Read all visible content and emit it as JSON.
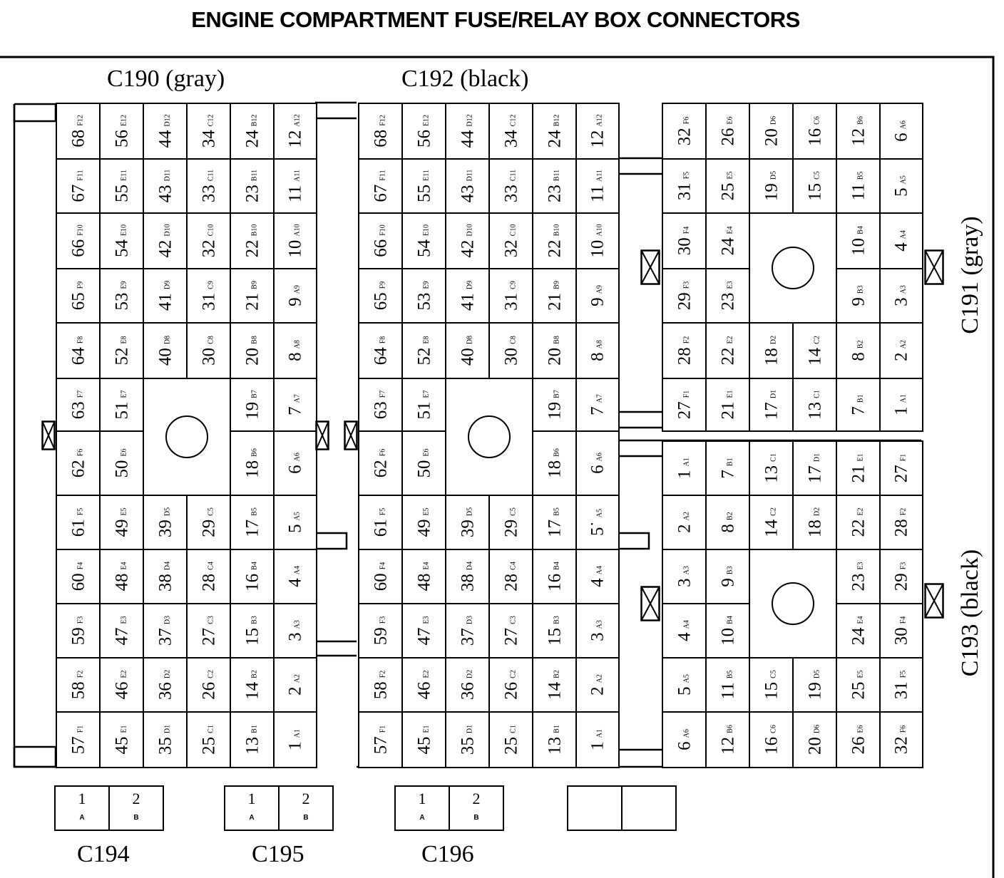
{
  "title": "ENGINE COMPARTMENT FUSE/RELAY BOX CONNECTORS",
  "labels": {
    "c190": "C190  (gray)",
    "c192": "C192  (black)",
    "c191": "C191  (gray)",
    "c193": "C193  (black)",
    "c194": "C194",
    "c195": "C195",
    "c196": "C196"
  },
  "connectors": {
    "c190": [
      [
        [
          "68",
          "F12"
        ],
        [
          "56",
          "E12"
        ],
        [
          "44",
          "D12"
        ],
        [
          "34",
          "C12"
        ],
        [
          "24",
          "B12"
        ],
        [
          "12",
          "A12"
        ]
      ],
      [
        [
          "67",
          "F11"
        ],
        [
          "55",
          "E11"
        ],
        [
          "43",
          "D11"
        ],
        [
          "33",
          "C11"
        ],
        [
          "23",
          "B11"
        ],
        [
          "11",
          "A11"
        ]
      ],
      [
        [
          "66",
          "F10"
        ],
        [
          "54",
          "E10"
        ],
        [
          "42",
          "D10"
        ],
        [
          "32",
          "C10"
        ],
        [
          "22",
          "B10"
        ],
        [
          "10",
          "A10"
        ]
      ],
      [
        [
          "65",
          "F9"
        ],
        [
          "53",
          "E9"
        ],
        [
          "41",
          "D9"
        ],
        [
          "31",
          "C9"
        ],
        [
          "21",
          "B9"
        ],
        [
          "9",
          "A9"
        ]
      ],
      [
        [
          "64",
          "F8"
        ],
        [
          "52",
          "E8"
        ],
        [
          "40",
          "D8"
        ],
        [
          "30",
          "C8"
        ],
        [
          "20",
          "B8"
        ],
        [
          "8",
          "A8"
        ]
      ],
      [
        [
          "63",
          "F7"
        ],
        [
          "51",
          "E7"
        ],
        null,
        null,
        [
          "19",
          "B7"
        ],
        [
          "7",
          "A7"
        ]
      ],
      [
        [
          "62",
          "F6"
        ],
        [
          "50",
          "E6"
        ],
        null,
        null,
        [
          "18",
          "B6"
        ],
        [
          "6",
          "A6"
        ]
      ],
      [
        [
          "61",
          "F5"
        ],
        [
          "49",
          "E5"
        ],
        [
          "39",
          "D5"
        ],
        [
          "29",
          "C5"
        ],
        [
          "17",
          "B5"
        ],
        [
          "5",
          "A5"
        ]
      ],
      [
        [
          "60",
          "F4"
        ],
        [
          "48",
          "E4"
        ],
        [
          "38",
          "D4"
        ],
        [
          "28",
          "C4"
        ],
        [
          "16",
          "B4"
        ],
        [
          "4",
          "A4"
        ]
      ],
      [
        [
          "59",
          "F3"
        ],
        [
          "47",
          "E3"
        ],
        [
          "37",
          "D3"
        ],
        [
          "27",
          "C3"
        ],
        [
          "15",
          "B3"
        ],
        [
          "3",
          "A3"
        ]
      ],
      [
        [
          "58",
          "F2"
        ],
        [
          "46",
          "E2"
        ],
        [
          "36",
          "D2"
        ],
        [
          "26",
          "C2"
        ],
        [
          "14",
          "B2"
        ],
        [
          "2",
          "A2"
        ]
      ],
      [
        [
          "57",
          "F1"
        ],
        [
          "45",
          "E1"
        ],
        [
          "35",
          "D1"
        ],
        [
          "25",
          "C1"
        ],
        [
          "13",
          "B1"
        ],
        [
          "1",
          "A1"
        ]
      ]
    ],
    "c192": [
      [
        [
          "68",
          "F12"
        ],
        [
          "56",
          "E12"
        ],
        [
          "44",
          "D12"
        ],
        [
          "34",
          "C12"
        ],
        [
          "24",
          "B12"
        ],
        [
          "12",
          "A12"
        ]
      ],
      [
        [
          "67",
          "F11"
        ],
        [
          "55",
          "E11"
        ],
        [
          "43",
          "D11"
        ],
        [
          "33",
          "C11"
        ],
        [
          "23",
          "B11"
        ],
        [
          "11",
          "A11"
        ]
      ],
      [
        [
          "66",
          "F10"
        ],
        [
          "54",
          "E10"
        ],
        [
          "42",
          "D10"
        ],
        [
          "32",
          "C10"
        ],
        [
          "22",
          "B10"
        ],
        [
          "10",
          "A10"
        ]
      ],
      [
        [
          "65",
          "F9"
        ],
        [
          "53",
          "E9"
        ],
        [
          "41",
          "D9"
        ],
        [
          "31",
          "C9"
        ],
        [
          "21",
          "B9"
        ],
        [
          "9",
          "A9"
        ]
      ],
      [
        [
          "64",
          "F8"
        ],
        [
          "52",
          "E8"
        ],
        [
          "40",
          "D8"
        ],
        [
          "30",
          "C8"
        ],
        [
          "20",
          "B8"
        ],
        [
          "8",
          "A8"
        ]
      ],
      [
        [
          "63",
          "F7"
        ],
        [
          "51",
          "E7"
        ],
        null,
        null,
        [
          "19",
          "B7"
        ],
        [
          "7",
          "A7"
        ]
      ],
      [
        [
          "62",
          "F6"
        ],
        [
          "50",
          "E6"
        ],
        null,
        null,
        [
          "18",
          "B6"
        ],
        [
          "6",
          "A6"
        ]
      ],
      [
        [
          "61",
          "F5"
        ],
        [
          "49",
          "E5"
        ],
        [
          "39",
          "D5"
        ],
        [
          "29",
          "C5"
        ],
        [
          "17",
          "B5"
        ],
        [
          "5˙",
          "A5"
        ]
      ],
      [
        [
          "60",
          "F4"
        ],
        [
          "48",
          "E4"
        ],
        [
          "38",
          "D4"
        ],
        [
          "28",
          "C4"
        ],
        [
          "16",
          "B4"
        ],
        [
          "4",
          "A4"
        ]
      ],
      [
        [
          "59",
          "F3"
        ],
        [
          "47",
          "E3"
        ],
        [
          "37",
          "D3"
        ],
        [
          "27",
          "C3"
        ],
        [
          "15",
          "B3"
        ],
        [
          "3",
          "A3"
        ]
      ],
      [
        [
          "58",
          "F2"
        ],
        [
          "46",
          "E2"
        ],
        [
          "36",
          "D2"
        ],
        [
          "26",
          "C2"
        ],
        [
          "14",
          "B2"
        ],
        [
          "2",
          "A2"
        ]
      ],
      [
        [
          "57",
          "F1"
        ],
        [
          "45",
          "E1"
        ],
        [
          "35",
          "D1"
        ],
        [
          "25",
          "C1"
        ],
        [
          "13",
          "B1"
        ],
        [
          "1",
          "A1"
        ]
      ]
    ],
    "c191": [
      [
        [
          "32",
          "F6"
        ],
        [
          "26",
          "E6"
        ],
        [
          "20",
          "D6"
        ],
        [
          "16",
          "C6"
        ],
        [
          "12",
          "B6"
        ],
        [
          "6",
          "A6"
        ]
      ],
      [
        [
          "31",
          "F5"
        ],
        [
          "25",
          "E5"
        ],
        [
          "19",
          "D5"
        ],
        [
          "15",
          "C5"
        ],
        [
          "11",
          "B5"
        ],
        [
          "5",
          "A5"
        ]
      ],
      [
        [
          "30",
          "F4"
        ],
        [
          "24",
          "E4"
        ],
        null,
        null,
        [
          "10",
          "B4"
        ],
        [
          "4",
          "A4"
        ]
      ],
      [
        [
          "29",
          "F3"
        ],
        [
          "23",
          "E3"
        ],
        null,
        null,
        [
          "9",
          "B3"
        ],
        [
          "3",
          "A3"
        ]
      ],
      [
        [
          "28",
          "F2"
        ],
        [
          "22",
          "E2"
        ],
        [
          "18",
          "D2"
        ],
        [
          "14",
          "C2"
        ],
        [
          "8",
          "B2"
        ],
        [
          "2",
          "A2"
        ]
      ],
      [
        [
          "27",
          "F1"
        ],
        [
          "21",
          "E1"
        ],
        [
          "17",
          "D1"
        ],
        [
          "13",
          "C1"
        ],
        [
          "7",
          "B1"
        ],
        [
          "1",
          "A1"
        ]
      ]
    ],
    "c193": [
      [
        [
          "1",
          "A1"
        ],
        [
          "7",
          "B1"
        ],
        [
          "13",
          "C1"
        ],
        [
          "17",
          "D1"
        ],
        [
          "21",
          "E1"
        ],
        [
          "27",
          "F1"
        ]
      ],
      [
        [
          "2",
          "A2"
        ],
        [
          "8",
          "B2"
        ],
        [
          "14",
          "C2"
        ],
        [
          "18",
          "D2"
        ],
        [
          "22",
          "E2"
        ],
        [
          "28",
          "F2"
        ]
      ],
      [
        [
          "3",
          "A3"
        ],
        [
          "9",
          "B3"
        ],
        null,
        null,
        [
          "23",
          "E3"
        ],
        [
          "29",
          "F3"
        ]
      ],
      [
        [
          "4",
          "A4"
        ],
        [
          "10",
          "B4"
        ],
        null,
        null,
        [
          "24",
          "E4"
        ],
        [
          "30",
          "F4"
        ]
      ],
      [
        [
          "5",
          "A5"
        ],
        [
          "11",
          "B5"
        ],
        [
          "15",
          "C5"
        ],
        [
          "19",
          "D5"
        ],
        [
          "25",
          "E5"
        ],
        [
          "31",
          "F5"
        ]
      ],
      [
        [
          "6",
          "A6"
        ],
        [
          "12",
          "B6"
        ],
        [
          "16",
          "C6"
        ],
        [
          "20",
          "D6"
        ],
        [
          "26",
          "E6"
        ],
        [
          "32",
          "F6"
        ]
      ]
    ]
  },
  "small_connectors": {
    "c194": [
      [
        "1",
        "A"
      ],
      [
        "2",
        "B"
      ]
    ],
    "c195": [
      [
        "1",
        "A"
      ],
      [
        "2",
        "B"
      ]
    ],
    "c196": [
      [
        "1",
        "A"
      ],
      [
        "2",
        "B"
      ]
    ],
    "blank": [
      [
        "",
        ""
      ],
      [
        "",
        ""
      ]
    ]
  }
}
